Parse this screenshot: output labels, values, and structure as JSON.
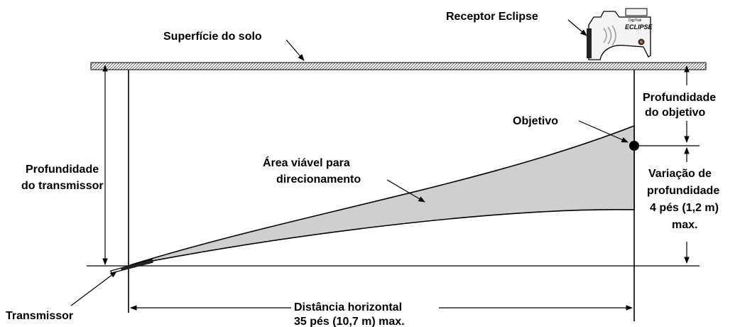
{
  "labels": {
    "receiver": "Receptor Eclipse",
    "ground_surface": "Superfície do solo",
    "target": "Objetivo",
    "target_depth_line1": "Profundidade",
    "target_depth_line2": "do objetivo",
    "steerable_area_line1": "Área viável para",
    "steerable_area_line2": "direcionamento",
    "transmitter_depth_line1": "Profundidade",
    "transmitter_depth_line2": "do transmissor",
    "depth_variation_line1": "Variação de",
    "depth_variation_line2": "profundidade",
    "depth_variation_line3": "4 pés (1,2 m)",
    "depth_variation_line4": "max.",
    "horizontal_distance_line1": "Distância horizontal",
    "horizontal_distance_line2": "35 pés (10,7 m) max.",
    "transmitter": "Transmissor",
    "receiver_brand": "ECLIPSE",
    "receiver_brand_small": "DigiTrak"
  }
}
